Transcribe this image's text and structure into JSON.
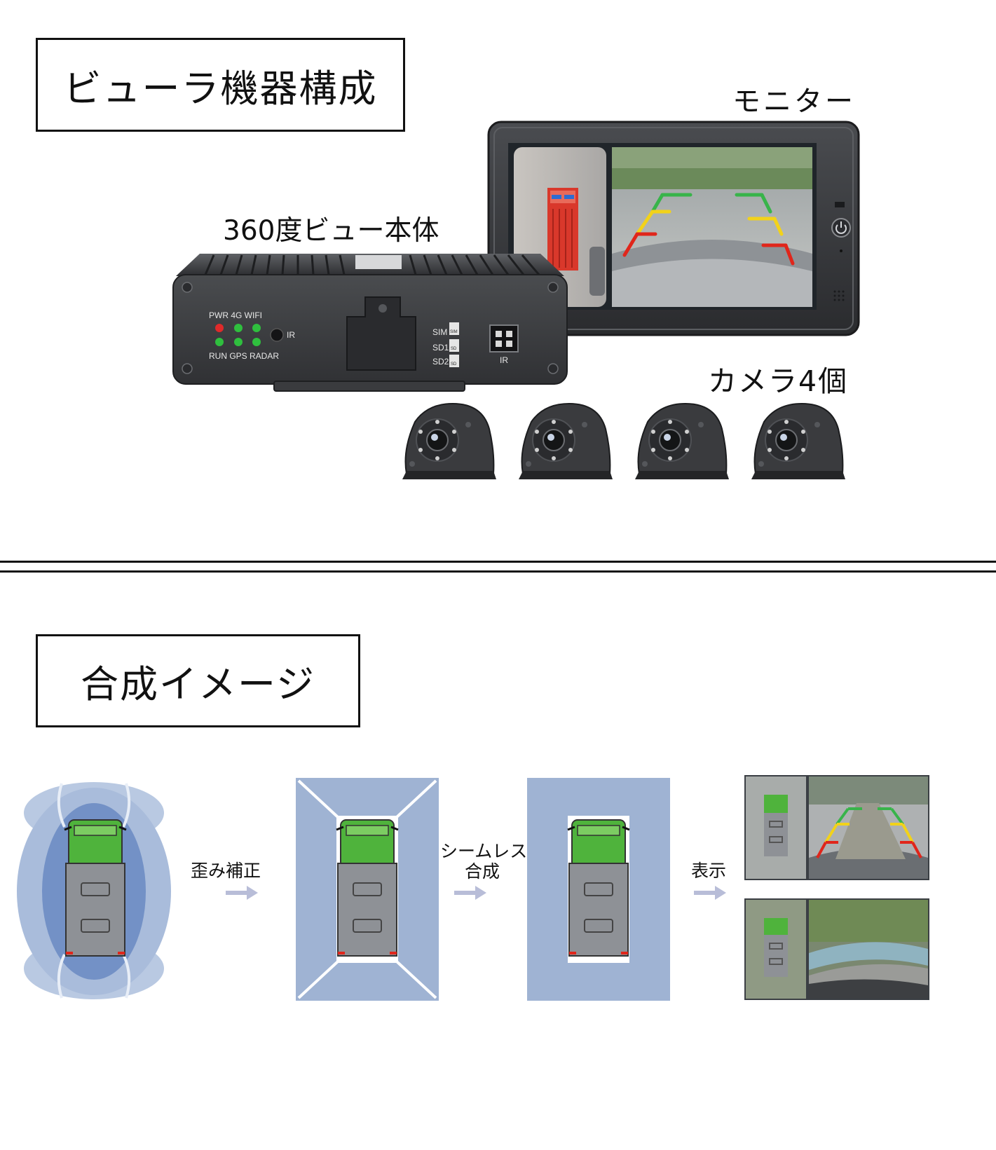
{
  "section1": {
    "title": "ビューラ機器構成",
    "monitor_label": "モニター",
    "unit_label": "360度ビュー本体",
    "camera_label": "カメラ4個",
    "unit_panel": {
      "led_top": "PWR  4G  WIFI",
      "led_bottom": "RUN GPS RADAR",
      "ir": "IR",
      "sim": "SIM",
      "sd1": "SD1",
      "sd2": "SD2",
      "ir_port": "IR",
      "sim_icon": "SIM",
      "sd_icon": "SD"
    },
    "camera_count": 4
  },
  "section2": {
    "title": "合成イメージ",
    "step1": "歪み補正",
    "step2_line1": "シームレス",
    "step2_line2": "合成",
    "step3": "表示"
  },
  "colors": {
    "blue_light": "#b9c9e2",
    "blue_mid": "#9fb3d3",
    "blue_dark": "#6f8cc0",
    "truck_green": "#4fb33c",
    "truck_gray": "#8e9196",
    "guide_red": "#e0261b",
    "guide_yellow": "#f2d21a",
    "guide_green": "#38b44a",
    "arrow": "#b8bdd8"
  }
}
